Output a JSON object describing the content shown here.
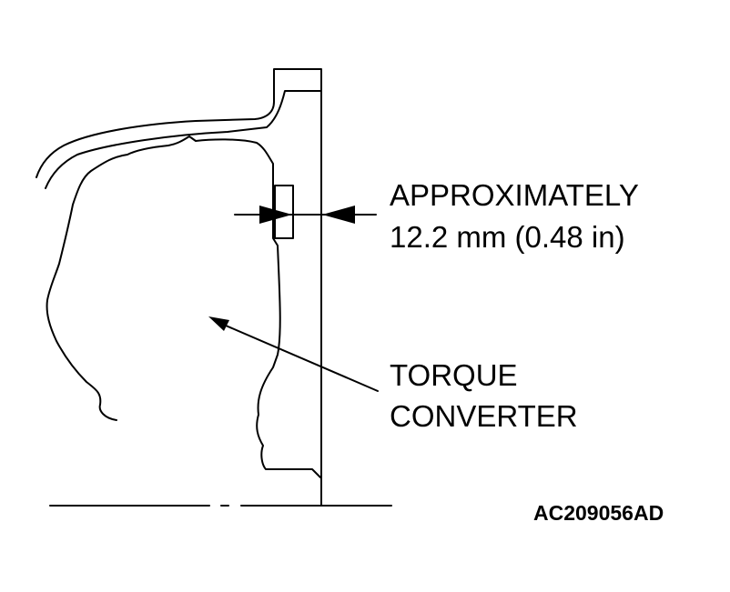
{
  "measurement": {
    "line1": "APPROXIMATELY",
    "line2": "12.2 mm (0.48 in)"
  },
  "part": {
    "line1": "TORQUE",
    "line2": "CONVERTER"
  },
  "figure_code": "AC209056AD",
  "colors": {
    "ink": "#000000",
    "background": "#ffffff"
  }
}
